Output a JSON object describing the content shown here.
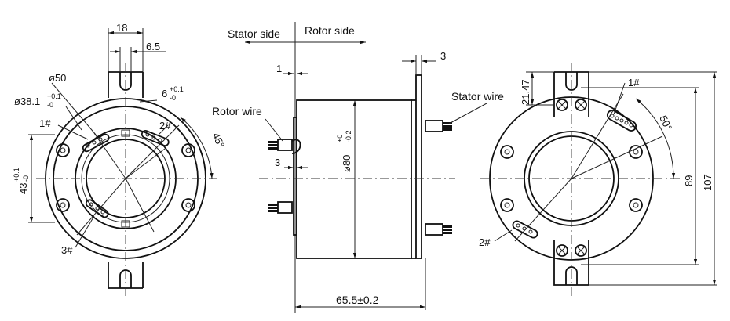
{
  "front_view": {
    "dim_top": "18",
    "dim_top_small": "6.5",
    "dia_outer": "ø50",
    "dia_bore": "ø38.1",
    "dia_bore_tol_up": "+0.1",
    "dia_bore_tol_low": "-0",
    "dim_slot": "6",
    "dim_slot_tol_up": "+0.1",
    "dim_slot_tol_low": "-0",
    "height_dim": "43",
    "height_tol_up": "+0.1",
    "height_tol_low": "-0",
    "angle": "45°",
    "label_1": "1#",
    "label_2": "2#",
    "label_3": "3#"
  },
  "side_view": {
    "stator_side": "Stator side",
    "rotor_side": "Rotor side",
    "rotor_wire": "Rotor wire",
    "stator_wire": "Stator wire",
    "dim_1": "1",
    "dim_3_left": "3",
    "dim_3_top": "3",
    "body_dia": "ø80",
    "body_dia_tol_up": "+0",
    "body_dia_tol_low": "-0.2",
    "length": "65.5±0.2"
  },
  "rear_view": {
    "dim_21": "21.47",
    "dim_89": "89",
    "dim_107": "107",
    "angle": "50°",
    "label_1": "1#",
    "label_2": "2#"
  }
}
